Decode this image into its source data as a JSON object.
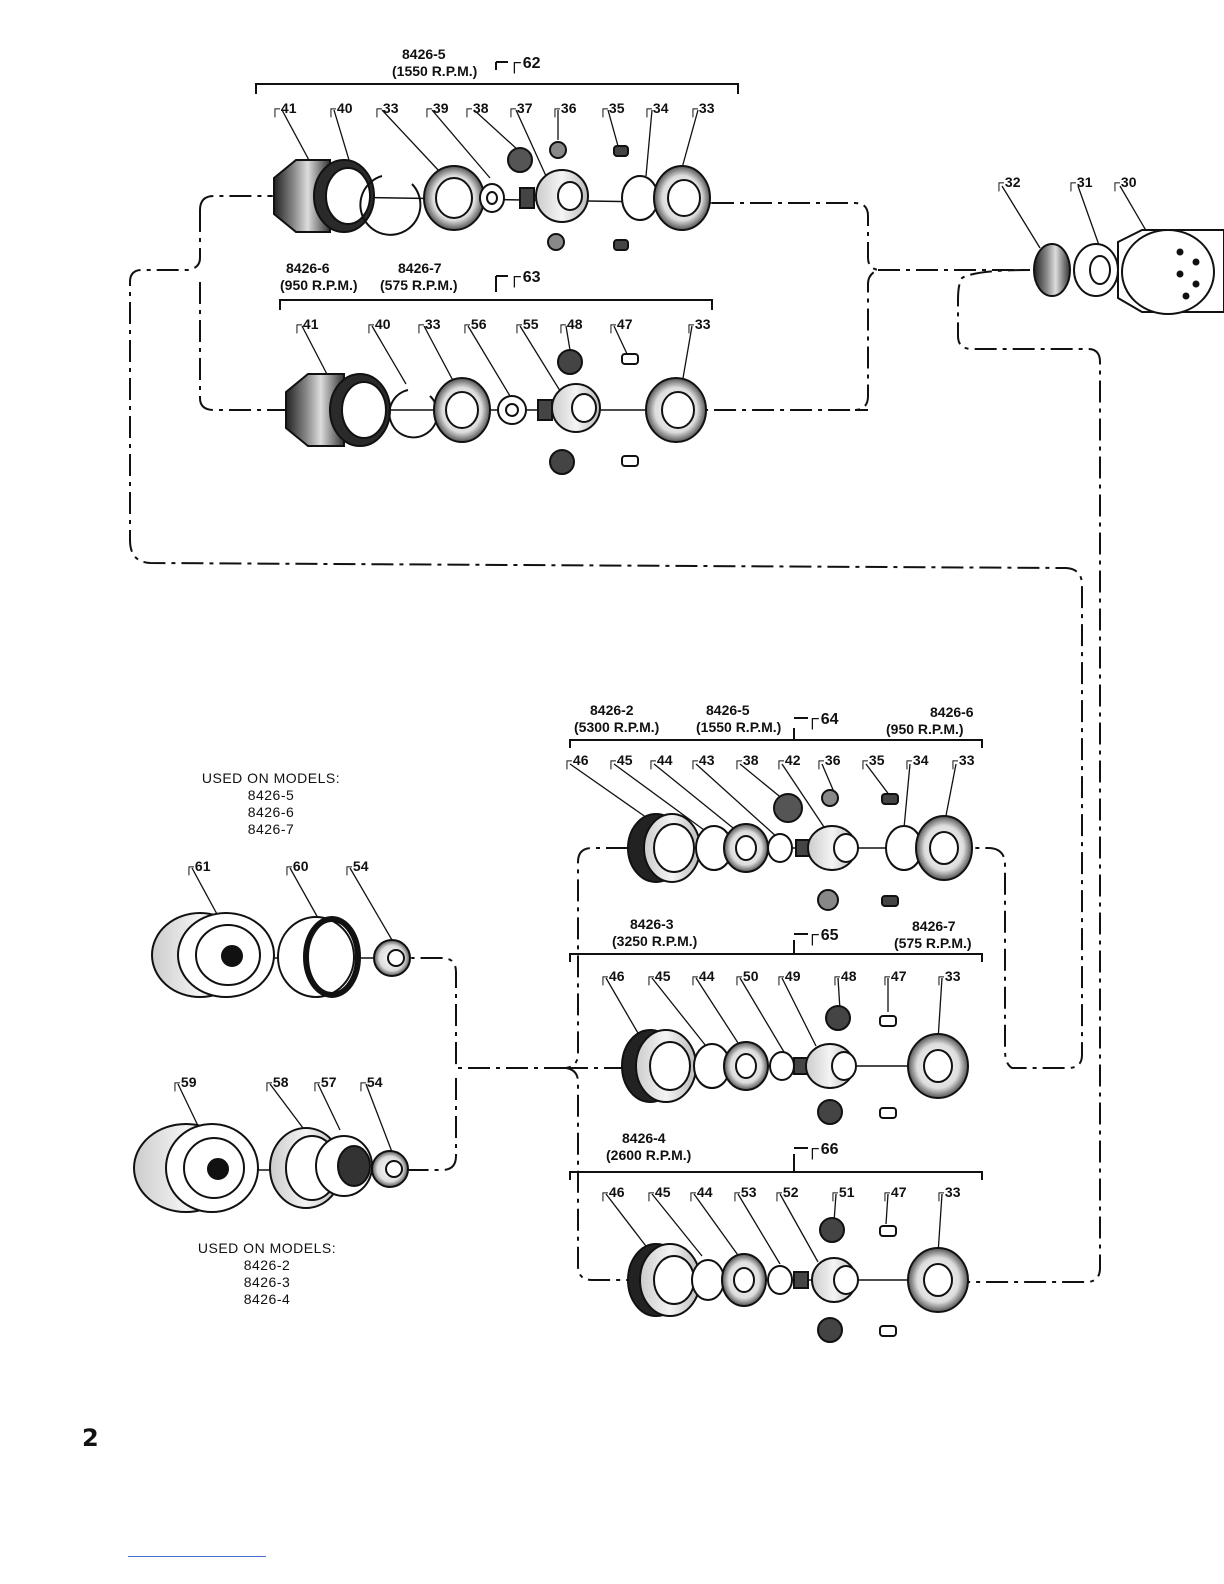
{
  "page_number": "2",
  "assemblies": {
    "a62": {
      "callout": "62",
      "models": [
        "8426-5",
        "(1550 R.P.M.)"
      ],
      "parts": [
        "41",
        "40",
        "33",
        "39",
        "38",
        "37",
        "36",
        "35",
        "34",
        "33"
      ]
    },
    "a63": {
      "callout": "63",
      "models": [
        [
          "8426-6",
          "(950 R.P.M.)"
        ],
        [
          "8426-7",
          "(575 R.P.M.)"
        ]
      ],
      "parts": [
        "41",
        "40",
        "33",
        "56",
        "55",
        "48",
        "47",
        "33"
      ]
    },
    "a64": {
      "callout": "64",
      "models": [
        [
          "8426-2",
          "(5300 R.P.M.)"
        ],
        [
          "8426-5",
          "(1550 R.P.M.)"
        ],
        [
          "8426-6",
          "(950 R.P.M.)"
        ]
      ],
      "parts": [
        "46",
        "45",
        "44",
        "43",
        "38",
        "42",
        "36",
        "35",
        "34",
        "33"
      ]
    },
    "a65": {
      "callout": "65",
      "models": [
        [
          "8426-3",
          "(3250 R.P.M.)"
        ],
        [
          "8426-7",
          "(575 R.P.M.)"
        ]
      ],
      "parts": [
        "46",
        "45",
        "44",
        "50",
        "49",
        "48",
        "47",
        "33"
      ]
    },
    "a66": {
      "callout": "66",
      "models": [
        [
          "8426-4",
          "(2600 R.P.M.)"
        ]
      ],
      "parts": [
        "46",
        "45",
        "44",
        "53",
        "52",
        "51",
        "47",
        "33"
      ]
    }
  },
  "housing_parts": [
    "32",
    "31",
    "30"
  ],
  "spindle_top": {
    "parts": [
      "61",
      "60",
      "54"
    ],
    "heading": "USED ON MODELS:",
    "models": [
      "8426-5",
      "8426-6",
      "8426-7"
    ]
  },
  "spindle_bottom": {
    "parts": [
      "59",
      "58",
      "57",
      "54"
    ],
    "heading": "USED ON MODELS:",
    "models": [
      "8426-2",
      "8426-3",
      "8426-4"
    ]
  }
}
